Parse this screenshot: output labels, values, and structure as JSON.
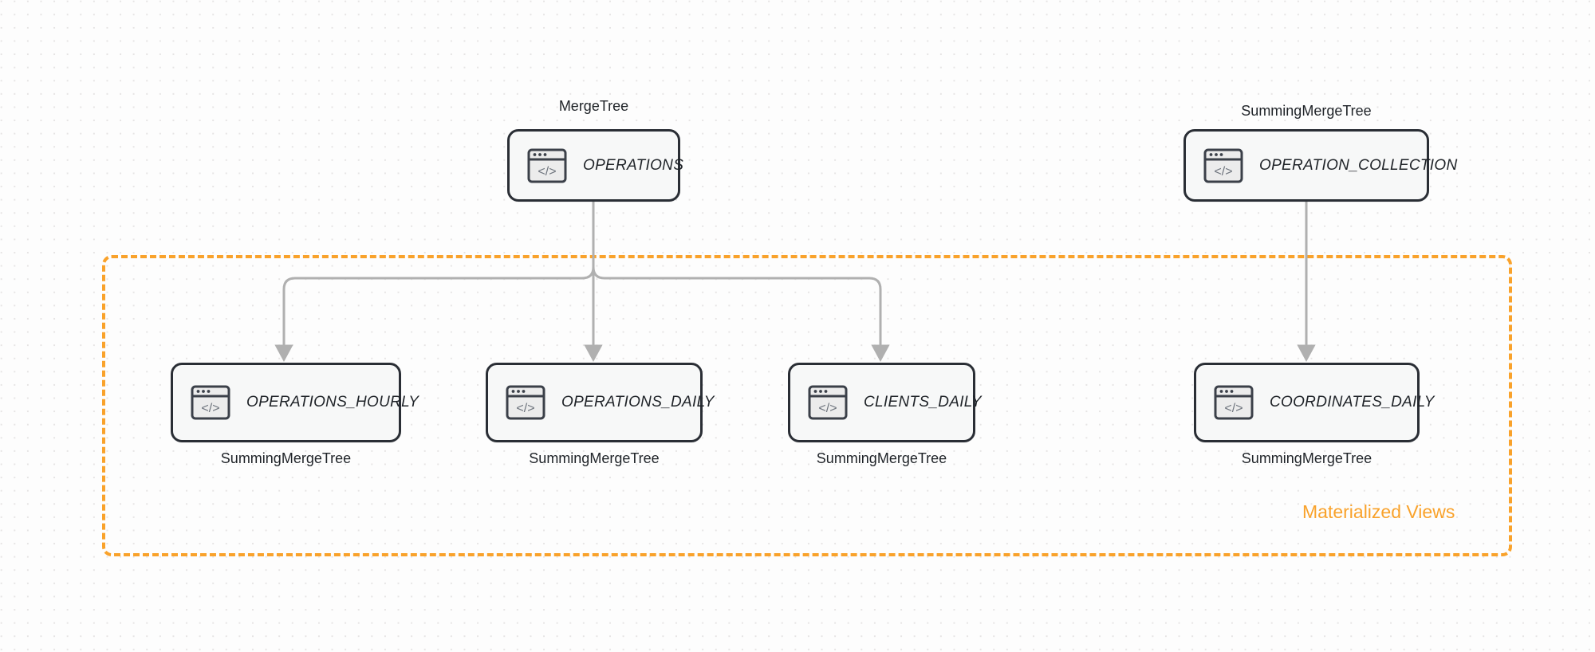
{
  "diagram": {
    "title_group": "Materialized Views",
    "accent_color": "#f9a22b",
    "node_border_color": "#2a2e35",
    "node_fill_color": "#f7f8f8",
    "edge_color": "#b0b0b0",
    "background_color": "#fdfdfd",
    "icon_name": "code-window-icon"
  },
  "nodes": {
    "operations": {
      "label": "OPERATIONS",
      "engine": "MergeTree",
      "caption_position": "above"
    },
    "operation_collection": {
      "label": "OPERATION_COLLECTION",
      "engine": "SummingMergeTree",
      "caption_position": "above"
    },
    "operations_hourly": {
      "label": "OPERATIONS_HOURLY",
      "engine": "SummingMergeTree",
      "caption_position": "below"
    },
    "operations_daily": {
      "label": "OPERATIONS_DAILY",
      "engine": "SummingMergeTree",
      "caption_position": "below"
    },
    "clients_daily": {
      "label": "CLIENTS_DAILY",
      "engine": "SummingMergeTree",
      "caption_position": "below"
    },
    "coordinates_daily": {
      "label": "COORDINATES_DAILY",
      "engine": "SummingMergeTree",
      "caption_position": "below"
    }
  },
  "edges": [
    {
      "from": "operations",
      "to": "operations_hourly"
    },
    {
      "from": "operations",
      "to": "operations_daily"
    },
    {
      "from": "operations",
      "to": "clients_daily"
    },
    {
      "from": "operation_collection",
      "to": "coordinates_daily"
    }
  ]
}
